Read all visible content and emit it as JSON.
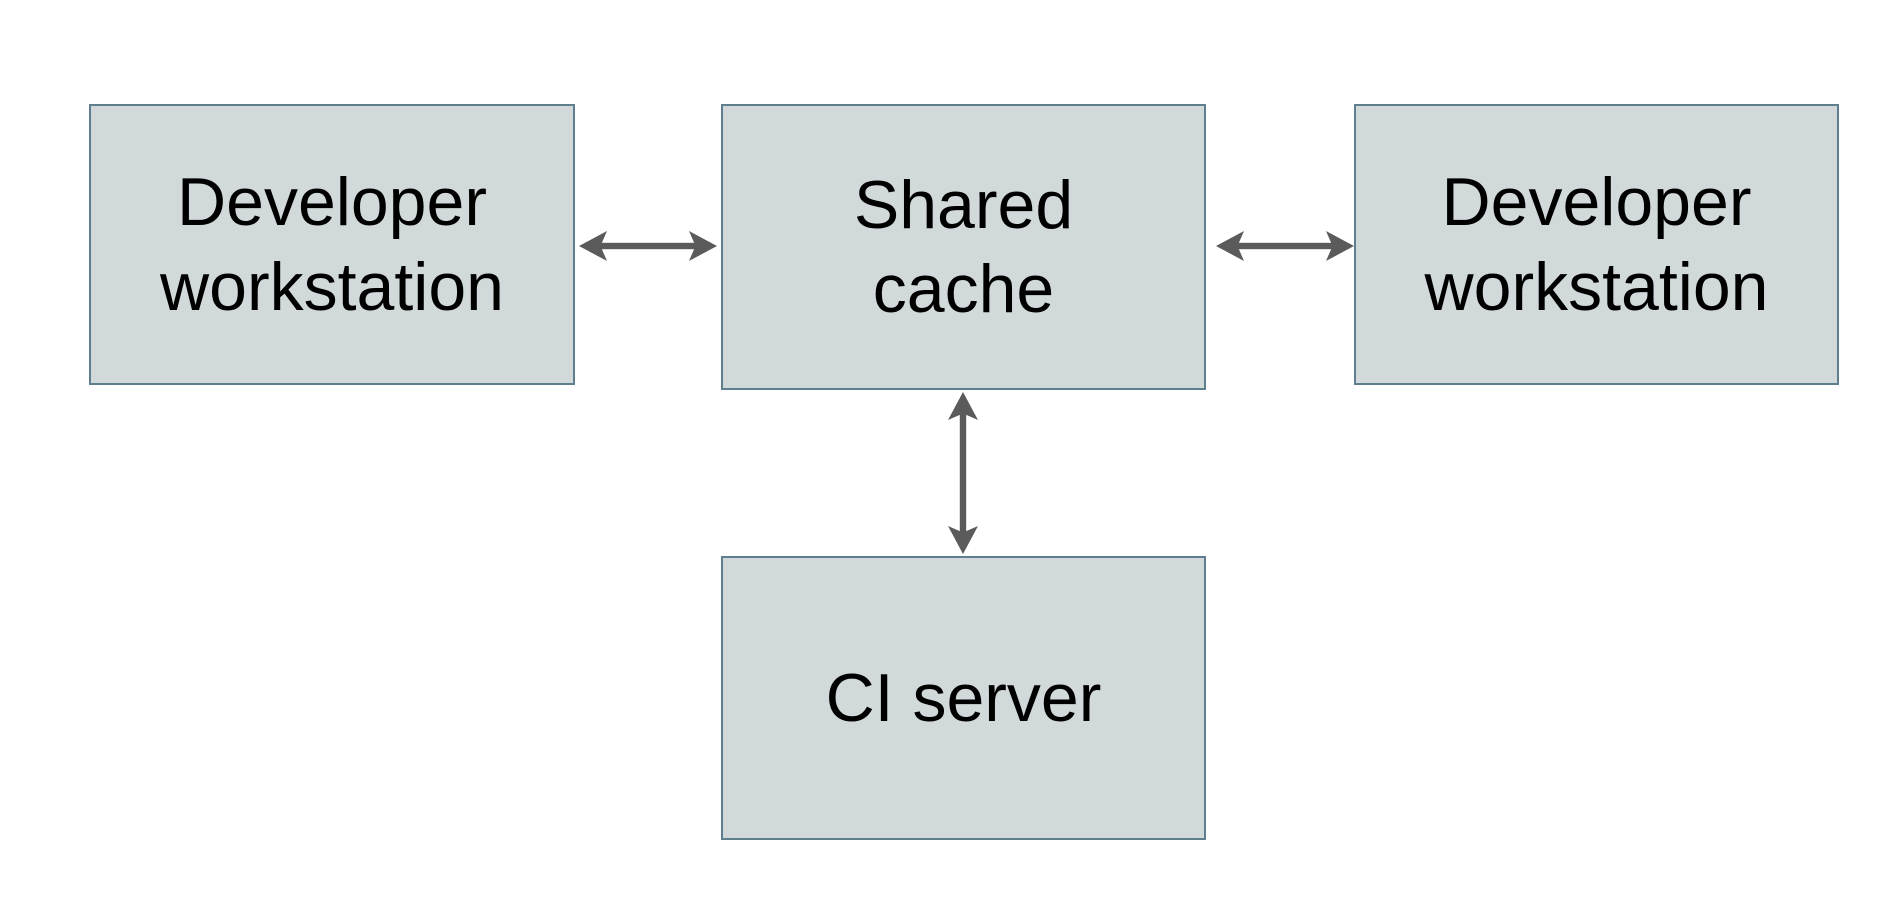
{
  "diagram": {
    "type": "architecture-diagram",
    "nodes": [
      {
        "id": "developer-workstation-left",
        "label": "Developer\nworkstation"
      },
      {
        "id": "shared-cache",
        "label": "Shared\ncache"
      },
      {
        "id": "developer-workstation-right",
        "label": "Developer\nworkstation"
      },
      {
        "id": "ci-server",
        "label": "CI server"
      }
    ],
    "edges": [
      {
        "from": "developer-workstation-left",
        "to": "shared-cache",
        "direction": "bidirectional"
      },
      {
        "from": "shared-cache",
        "to": "developer-workstation-right",
        "direction": "bidirectional"
      },
      {
        "from": "shared-cache",
        "to": "ci-server",
        "direction": "bidirectional"
      }
    ],
    "colors": {
      "background": "#ffffff",
      "node_fill": "#d2d9db",
      "node_border": "#5f7e8e",
      "arrow": "#5b5b5b",
      "text": "#000000"
    }
  }
}
